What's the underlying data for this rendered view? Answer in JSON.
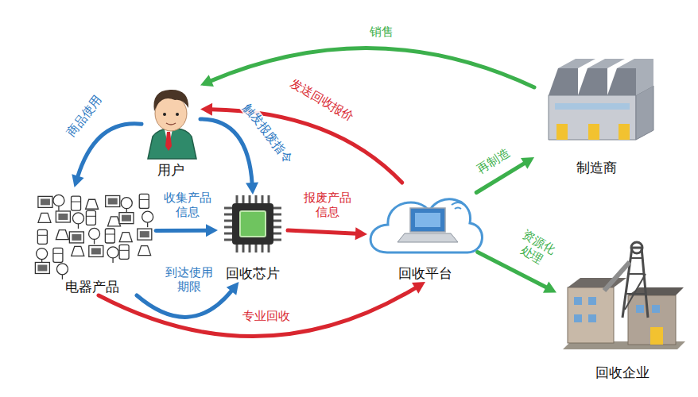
{
  "diagram": {
    "nodes": [
      {
        "text": [
          "用户"
        ]
      },
      {
        "text": [
          "电器产品"
        ]
      },
      {
        "text": [
          "回收芯片"
        ]
      },
      {
        "text": [
          "回收平台"
        ]
      },
      {
        "text": [
          "制造商"
        ]
      },
      {
        "text": [
          "回收企业"
        ]
      }
    ],
    "edges": [
      {
        "from": 0,
        "to": 1,
        "label": "商品使用",
        "arrow": "to"
      },
      {
        "from": 0,
        "to": 2,
        "label": "触发报废指令",
        "arrow": "to"
      },
      {
        "from": 1,
        "to": 2,
        "label": "收集产品 信息",
        "arrow": "to"
      },
      {
        "from": 1,
        "to": 2,
        "label": "到达使用 期限",
        "arrow": "to"
      },
      {
        "from": 2,
        "to": 3,
        "label": "报废产品 信息",
        "arrow": "to"
      },
      {
        "from": 3,
        "to": 0,
        "label": "发送回收报价",
        "arrow": "to"
      },
      {
        "from": 1,
        "to": 3,
        "label": "专业回收",
        "arrow": "to"
      },
      {
        "from": 3,
        "to": 4,
        "label": "再制造",
        "arrow": "to"
      },
      {
        "from": 3,
        "to": 5,
        "label": "资源化 处理",
        "arrow": "to"
      },
      {
        "from": 4,
        "to": 0,
        "label": "销售",
        "arrow": "to"
      }
    ]
  }
}
